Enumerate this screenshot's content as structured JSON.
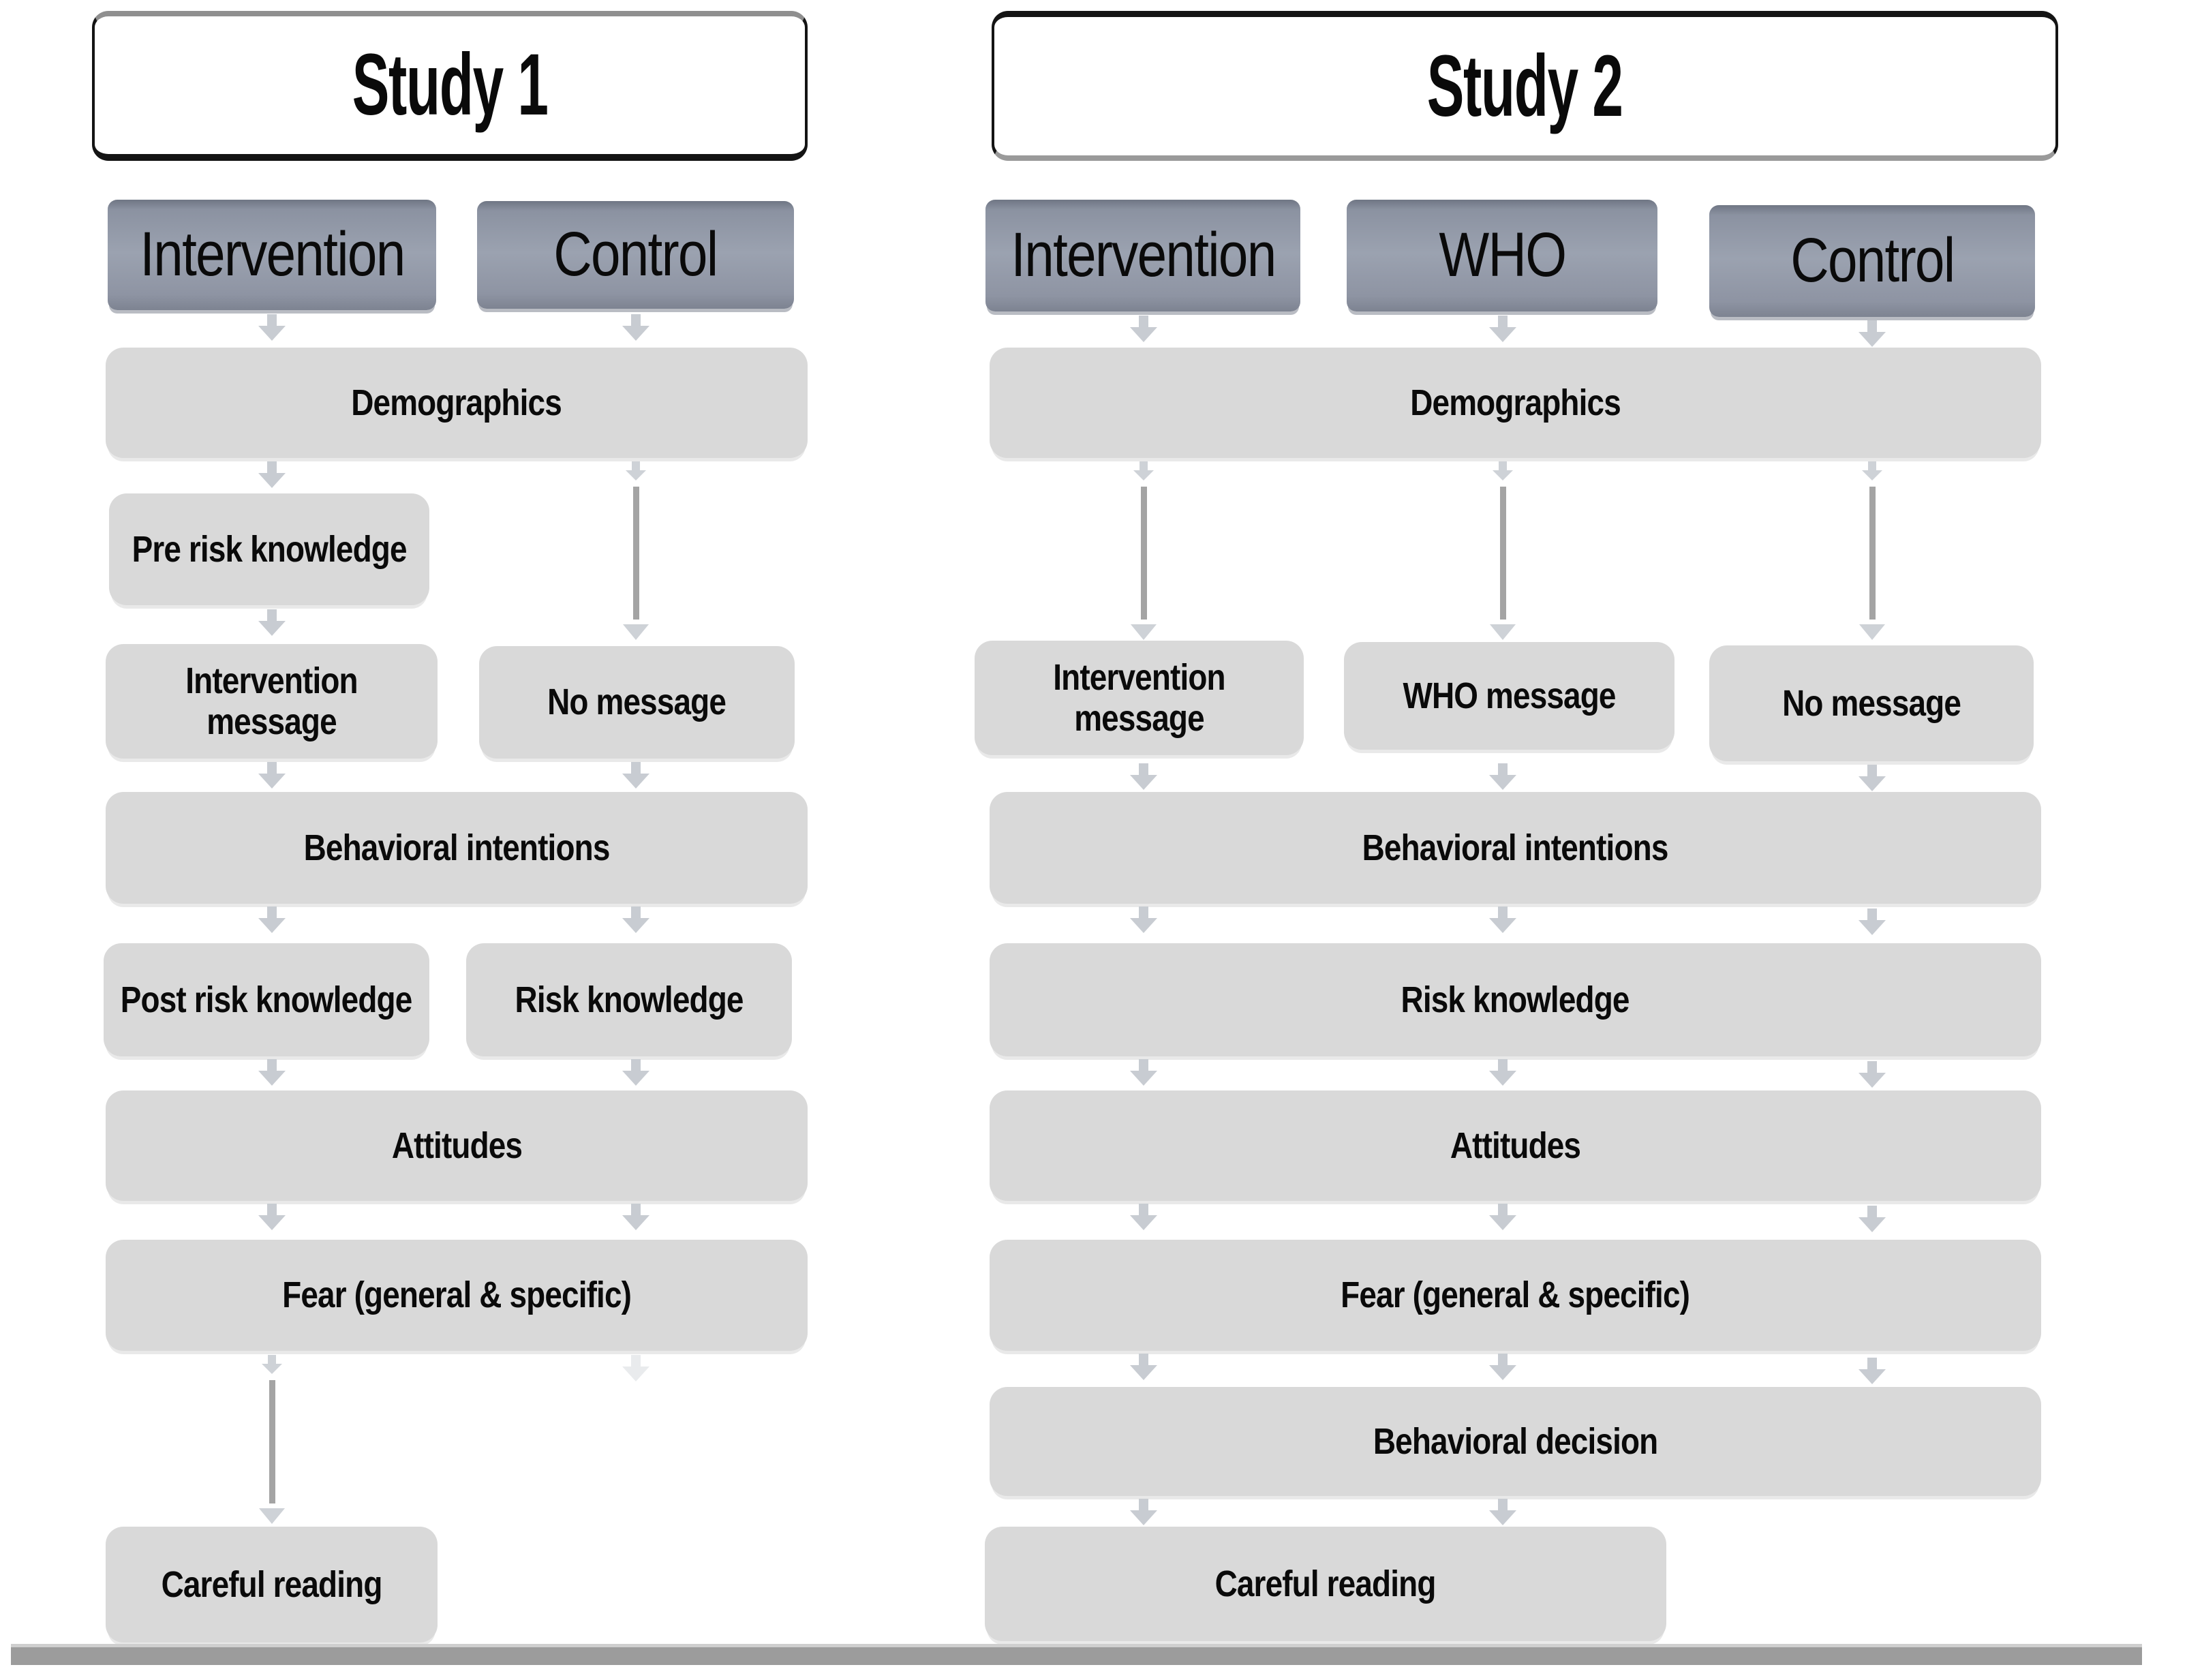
{
  "figure": {
    "type": "flow-diagram",
    "description": "Two-panel study design flowchart with sequential measurement boxes and arrows"
  },
  "study1": {
    "title": "Study 1",
    "conditions": {
      "intervention": "Intervention",
      "control": "Control"
    },
    "boxes": {
      "demographics": "Demographics",
      "pre_risk_knowledge": "Pre risk knowledge",
      "intervention_message": "Intervention message",
      "no_message": "No message",
      "behavioral_intentions": "Behavioral intentions",
      "post_risk_knowledge": "Post risk knowledge",
      "risk_knowledge": "Risk knowledge",
      "attitudes": "Attitudes",
      "fear": "Fear (general & specific)",
      "careful_reading": "Careful reading"
    }
  },
  "study2": {
    "title": "Study 2",
    "conditions": {
      "intervention": "Intervention",
      "who": "WHO",
      "control": "Control"
    },
    "boxes": {
      "demographics": "Demographics",
      "intervention_message": "Intervention message",
      "who_message": "WHO message",
      "no_message": "No message",
      "behavioral_intentions": "Behavioral intentions",
      "risk_knowledge": "Risk knowledge",
      "attitudes": "Attitudes",
      "fear": "Fear (general & specific)",
      "behavioral_decision": "Behavioral decision",
      "careful_reading": "Careful reading"
    }
  },
  "colors": {
    "light_box": "#d9d9d9",
    "dark_box": "#8d93a2",
    "arrow_light": "#c8ccd2",
    "arrow_stem": "#a4a4a4",
    "header_border": "#141414",
    "bottom_bar": "#9c9c9c",
    "text": "#0a0a0a"
  },
  "icons": {
    "short_arrow": "arrow-down",
    "long_arrow": "long-arrow-down"
  }
}
